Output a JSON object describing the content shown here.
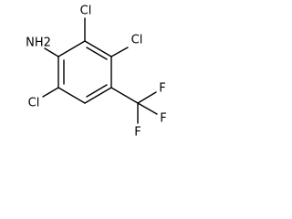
{
  "molecule": {
    "atoms": {
      "nh2": "NH2",
      "cl_top": "Cl",
      "cl_right": "Cl",
      "cl_left": "Cl",
      "f_top": "F",
      "f_right": "F",
      "f_bottom": "F"
    },
    "colors": {
      "ink": "#000000",
      "background": "#ffffff"
    }
  }
}
